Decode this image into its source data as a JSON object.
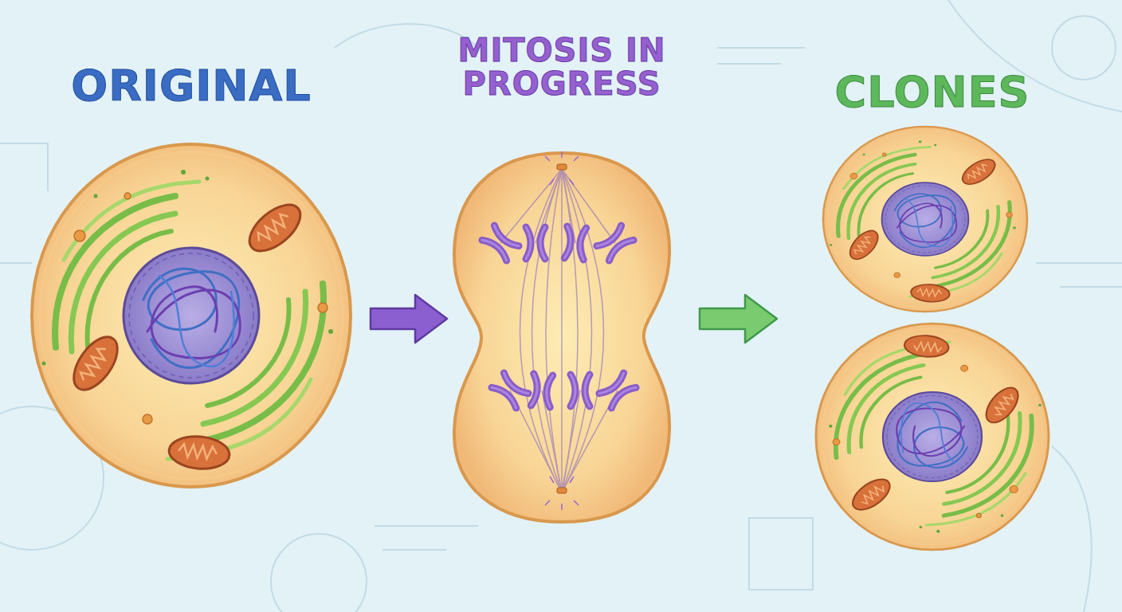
{
  "diagram": {
    "nodes": [
      {
        "text": [
          "ORIGINAL"
        ]
      },
      {
        "text": [
          "MITOSIS IN PROGRESS"
        ]
      },
      {
        "text": [
          "CLONES"
        ]
      }
    ],
    "edges": [
      {
        "from": 0,
        "to": 1,
        "arrow": "to"
      },
      {
        "from": 1,
        "to": 2,
        "arrow": "to"
      }
    ]
  }
}
